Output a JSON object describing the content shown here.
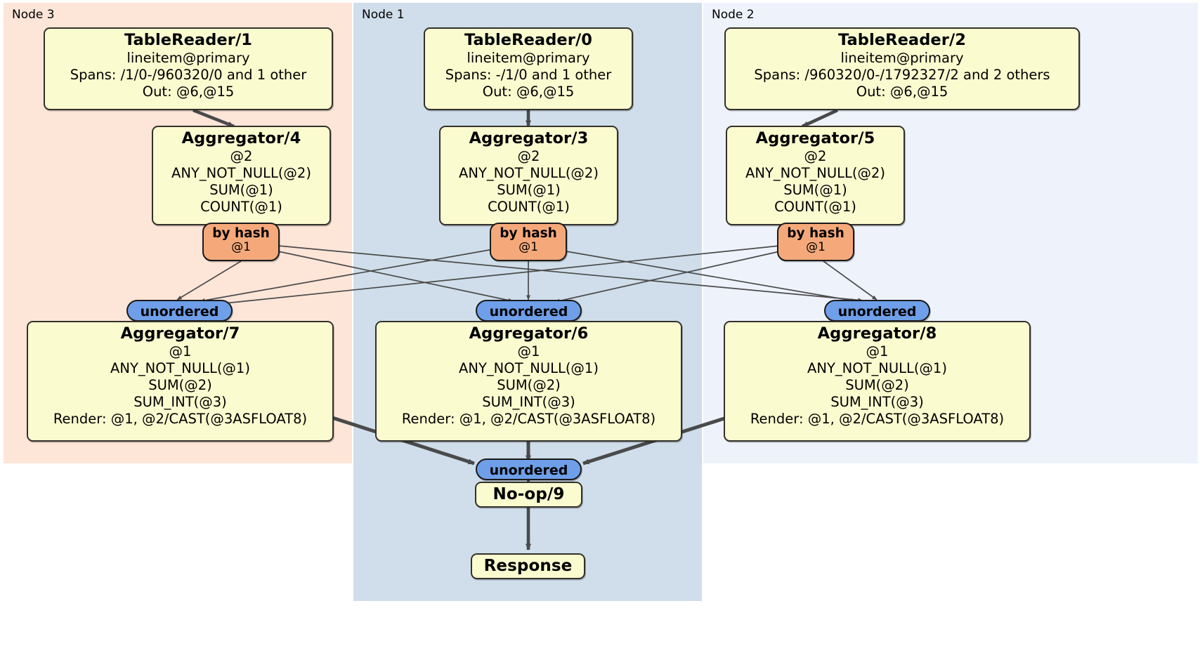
{
  "diagram": {
    "type": "distributed-query-plan",
    "colors": {
      "node3_bg": "#fde5d8",
      "node1_bg": "#cfdeea",
      "node2_bg": "#eef2fb",
      "processor_bg": "#fbfbd0",
      "hash_router_bg": "#f5a97a",
      "unordered_synchronizer_bg": "#6e9fe8",
      "edge": "#4a4a4a",
      "border": "#33312a"
    },
    "nodes": [
      {
        "id": "node3",
        "label": "Node 3"
      },
      {
        "id": "node1",
        "label": "Node 1"
      },
      {
        "id": "node2",
        "label": "Node 2"
      }
    ],
    "processors": {
      "tablereader1": {
        "title": "TableReader/1",
        "lines": [
          "lineitem@primary",
          "Spans: /1/0-/960320/0 and 1 other",
          "Out: @6,@15"
        ]
      },
      "tablereader0": {
        "title": "TableReader/0",
        "lines": [
          "lineitem@primary",
          "Spans: -/1/0 and 1 other",
          "Out: @6,@15"
        ]
      },
      "tablereader2": {
        "title": "TableReader/2",
        "lines": [
          "lineitem@primary",
          "Spans: /960320/0-/1792327/2 and 2 others",
          "Out: @6,@15"
        ]
      },
      "aggregator4": {
        "title": "Aggregator/4",
        "lines": [
          "@2",
          "ANY_NOT_NULL(@2)",
          "SUM(@1)",
          "COUNT(@1)"
        ]
      },
      "aggregator3": {
        "title": "Aggregator/3",
        "lines": [
          "@2",
          "ANY_NOT_NULL(@2)",
          "SUM(@1)",
          "COUNT(@1)"
        ]
      },
      "aggregator5": {
        "title": "Aggregator/5",
        "lines": [
          "@2",
          "ANY_NOT_NULL(@2)",
          "SUM(@1)",
          "COUNT(@1)"
        ]
      },
      "aggregator7": {
        "title": "Aggregator/7",
        "lines": [
          "@1",
          "ANY_NOT_NULL(@1)",
          "SUM(@2)",
          "SUM_INT(@3)",
          "Render: @1, @2/CAST(@3ASFLOAT8)"
        ]
      },
      "aggregator6": {
        "title": "Aggregator/6",
        "lines": [
          "@1",
          "ANY_NOT_NULL(@1)",
          "SUM(@2)",
          "SUM_INT(@3)",
          "Render: @1, @2/CAST(@3ASFLOAT8)"
        ]
      },
      "aggregator8": {
        "title": "Aggregator/8",
        "lines": [
          "@1",
          "ANY_NOT_NULL(@1)",
          "SUM(@2)",
          "SUM_INT(@3)",
          "Render: @1, @2/CAST(@3ASFLOAT8)"
        ]
      },
      "noop9": {
        "title": "No-op/9",
        "lines": []
      },
      "response": {
        "title": "Response",
        "lines": []
      }
    },
    "routers": {
      "hash_left": {
        "label": "by hash",
        "column": "@1"
      },
      "hash_center": {
        "label": "by hash",
        "column": "@1"
      },
      "hash_right": {
        "label": "by hash",
        "column": "@1"
      }
    },
    "synchronizers": {
      "sync_left": {
        "label": "unordered"
      },
      "sync_center": {
        "label": "unordered"
      },
      "sync_right": {
        "label": "unordered"
      },
      "sync_final": {
        "label": "unordered"
      }
    }
  }
}
